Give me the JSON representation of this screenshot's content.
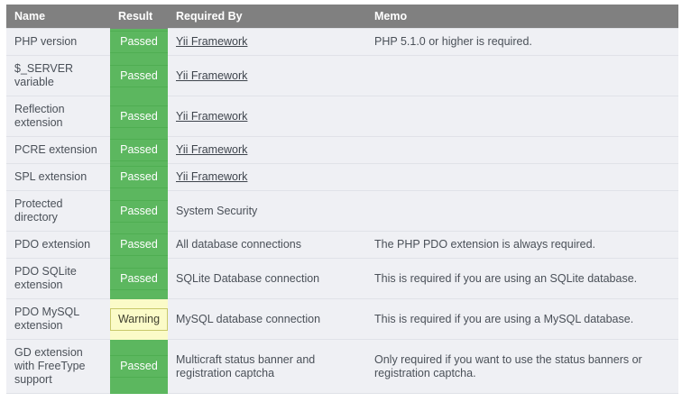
{
  "table": {
    "columns": [
      {
        "key": "name",
        "label": "Name"
      },
      {
        "key": "result",
        "label": "Result"
      },
      {
        "key": "required",
        "label": "Required By"
      },
      {
        "key": "memo",
        "label": "Memo"
      }
    ],
    "colors": {
      "header_bg": "#808080",
      "header_text": "#ffffff",
      "row_bg": "#eff0f4",
      "row_border": "#e0e2e8",
      "passed_bg": "#5cb75f",
      "passed_text": "#ffffff",
      "warning_bg": "#fbfbc8",
      "warning_text": "#3f3f2f",
      "warning_border": "#c9c96a",
      "link_text": "#3f454d",
      "body_text": "#4a5058"
    },
    "rows": [
      {
        "name": "PHP version",
        "result": "Passed",
        "status": "passed",
        "required": "Yii Framework",
        "required_is_link": true,
        "memo": "PHP 5.1.0 or higher is required."
      },
      {
        "name": "$_SERVER variable",
        "result": "Passed",
        "status": "passed",
        "required": "Yii Framework",
        "required_is_link": true,
        "memo": ""
      },
      {
        "name": "Reflection extension",
        "result": "Passed",
        "status": "passed",
        "required": "Yii Framework",
        "required_is_link": true,
        "memo": ""
      },
      {
        "name": "PCRE extension",
        "result": "Passed",
        "status": "passed",
        "required": "Yii Framework",
        "required_is_link": true,
        "memo": ""
      },
      {
        "name": "SPL extension",
        "result": "Passed",
        "status": "passed",
        "required": "Yii Framework",
        "required_is_link": true,
        "memo": ""
      },
      {
        "name": "Protected directory",
        "result": "Passed",
        "status": "passed",
        "required": "System Security",
        "required_is_link": false,
        "memo": ""
      },
      {
        "name": "PDO extension",
        "result": "Passed",
        "status": "passed",
        "required": "All database connections",
        "required_is_link": false,
        "memo": "The PHP PDO extension is always required."
      },
      {
        "name": "PDO SQLite extension",
        "result": "Passed",
        "status": "passed",
        "required": "SQLite Database connection",
        "required_is_link": false,
        "memo": "This is required if you are using an SQLite database."
      },
      {
        "name": "PDO MySQL extension",
        "result": "Warning",
        "status": "warning",
        "required": "MySQL database connection",
        "required_is_link": false,
        "memo": "This is required if you are using a MySQL database."
      },
      {
        "name": "GD extension with FreeType support",
        "result": "Passed",
        "status": "passed",
        "required": "Multicraft status banner and registration captcha",
        "required_is_link": false,
        "memo": "Only required if you want to use the status banners or registration captcha."
      }
    ]
  }
}
